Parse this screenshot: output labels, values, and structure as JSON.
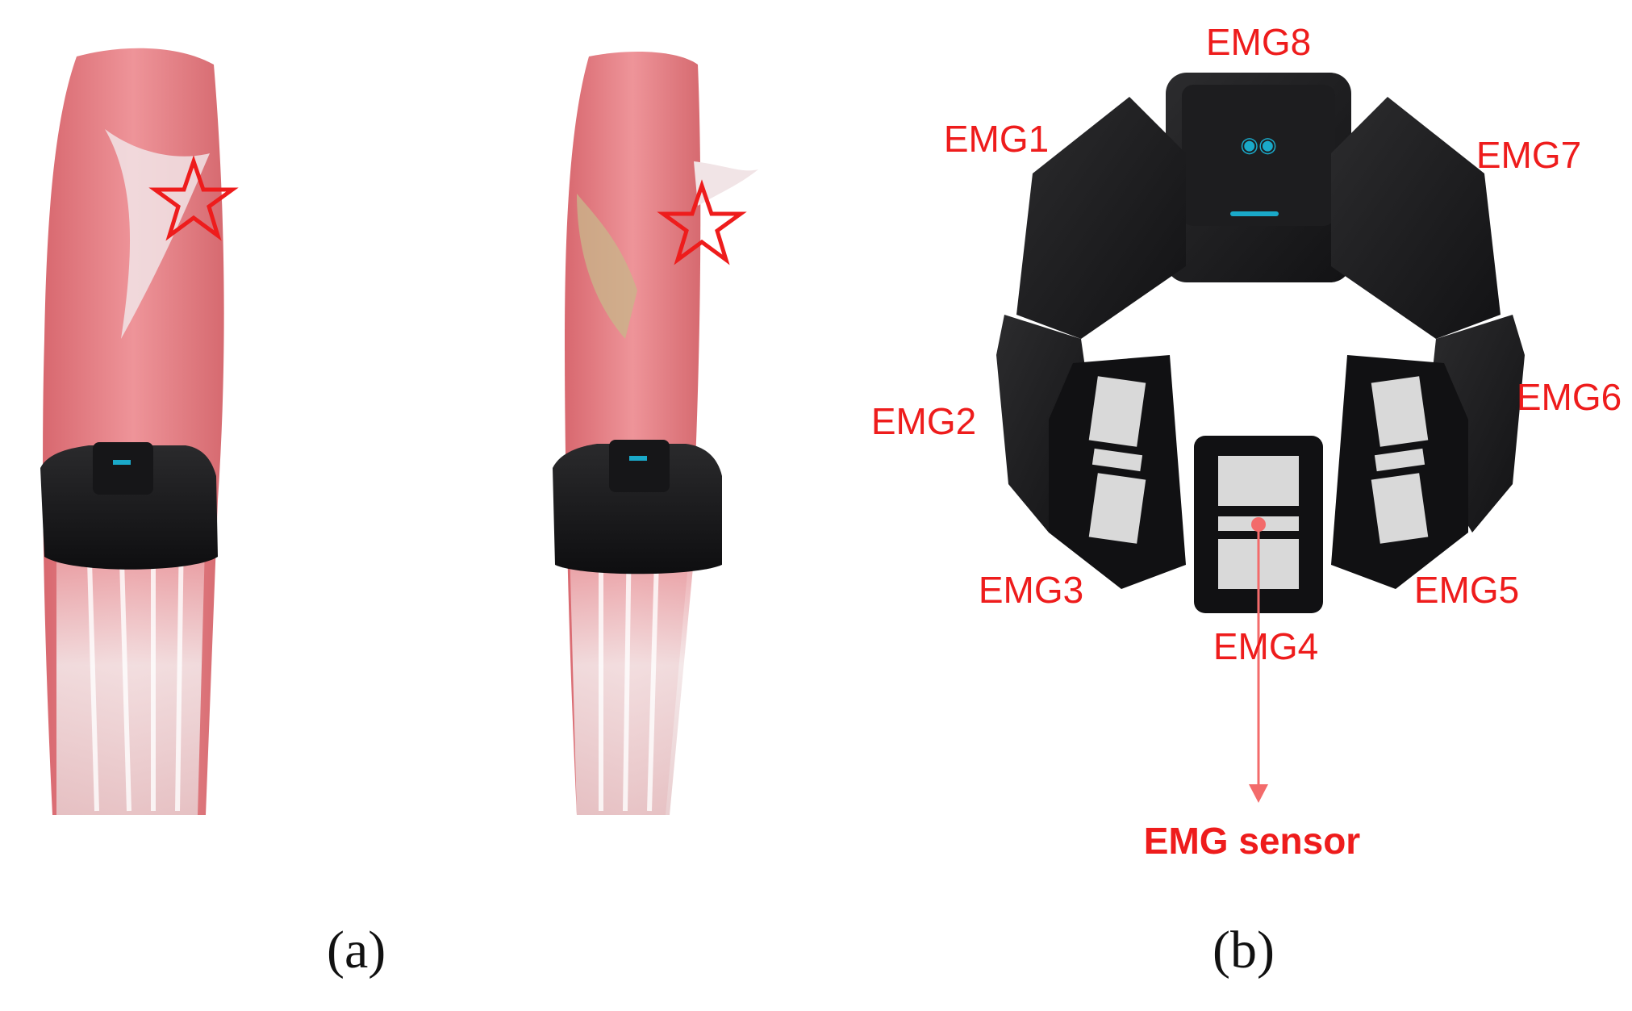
{
  "panel_a": {
    "caption": "(a)"
  },
  "panel_b": {
    "caption": "(b)",
    "labels": {
      "emg1": "EMG1",
      "emg2": "EMG2",
      "emg3": "EMG3",
      "emg4": "EMG4",
      "emg5": "EMG5",
      "emg6": "EMG6",
      "emg7": "EMG7",
      "emg8": "EMG8",
      "sensor": "EMG sensor"
    }
  },
  "colors": {
    "label": "#ee1c1c",
    "muscle": "#e07a80",
    "tendon": "#f4eeee",
    "band": "#1e1e20",
    "led": "#1aa9c9",
    "electrode": "#d9d9d9"
  }
}
